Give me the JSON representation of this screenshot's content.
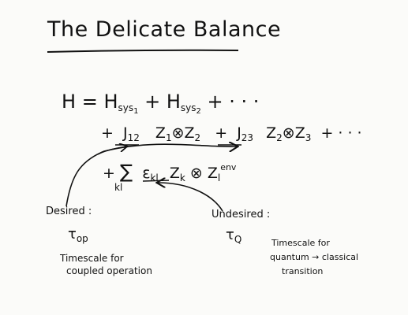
{
  "title": "The Delicate Balance",
  "equation": {
    "line1": {
      "lhs": "H",
      "eq": "=",
      "t1": "H",
      "t1_sub": "sys",
      "t1_idx": "1",
      "plus1": "+",
      "t2": "H",
      "t2_sub": "sys",
      "t2_idx": "2",
      "tail": "+ · · ·"
    },
    "line2": {
      "plus": "+",
      "j12": "J",
      "j12_idx": "12",
      "zz1": "Z",
      "zz1_idx": "1",
      "otimes1": "⊗",
      "zz2": "Z",
      "zz2_idx": "2",
      "plus2": "+",
      "j23": "J",
      "j23_idx": "23",
      "zz3": "Z",
      "zz3_idx": "2",
      "otimes2": "⊗",
      "zz4": "Z",
      "zz4_idx": "3",
      "tail": "+ · · ·"
    },
    "line3": {
      "plus": "+",
      "sum": "∑",
      "sum_idx": "kl",
      "eps": "ε",
      "eps_idx": "kl",
      "zk": "Z",
      "zk_idx": "k",
      "otimes": "⊗",
      "zl": "Z",
      "zl_idx": "l",
      "zl_sup": "env"
    }
  },
  "desired": {
    "label": "Desired :",
    "tau": "τ",
    "tau_sub": "op",
    "note_line1": "Timescale for",
    "note_line2": "coupled operation"
  },
  "undesired": {
    "label": "Undesired :",
    "tau": "τ",
    "tau_sub": "Q",
    "note_line1": "Timescale for",
    "note_line2": "quantum → classical",
    "note_line3": "transition"
  }
}
